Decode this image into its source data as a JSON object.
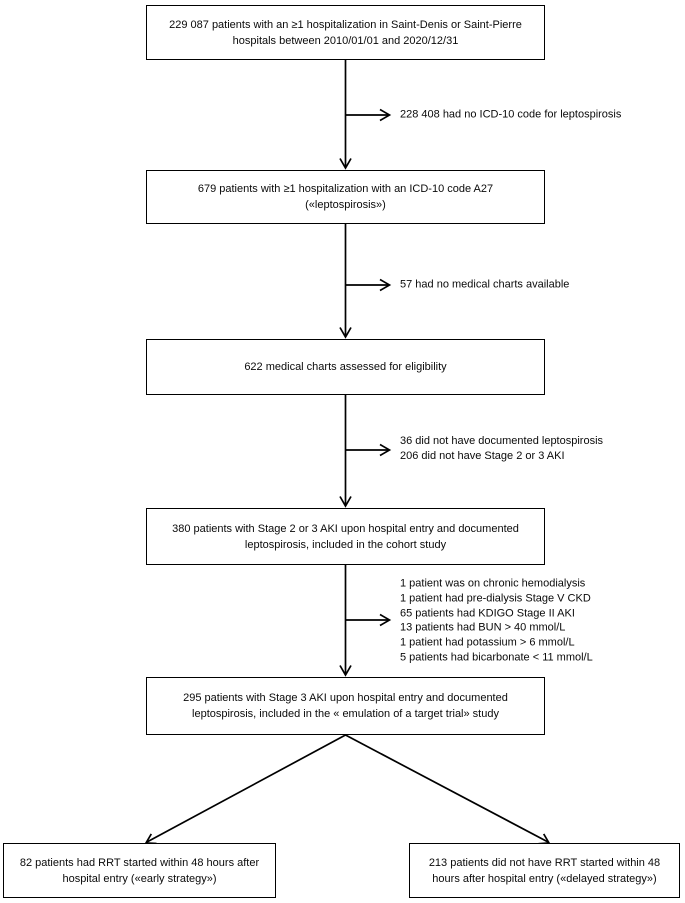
{
  "flow": {
    "colors": {
      "line": "#000000",
      "text": "#0a0a0a",
      "background": "#ffffff"
    },
    "boxes": [
      {
        "id": "total-hospitalizations",
        "text": "229 087 patients with an ≥1 hospitalization in Saint-Denis or Saint-Pierre hospitals between 2010/01/01 and 2020/12/31"
      },
      {
        "id": "icd10-a27",
        "text": "679 patients with ≥1 hospitalization with an ICD-10 code A27 («leptospirosis»)"
      },
      {
        "id": "charts-assessed",
        "text": "622 medical charts assessed for eligibility"
      },
      {
        "id": "cohort-study",
        "text": "380 patients with Stage 2 or 3 AKI upon hospital entry and documented leptospirosis, included in the cohort study"
      },
      {
        "id": "target-trial",
        "text": "295 patients with Stage 3 AKI upon hospital entry and documented leptospirosis, included in the « emulation of a target trial» study"
      },
      {
        "id": "early-strategy",
        "text": "82 patients had RRT started within 48 hours after hospital entry («early strategy»)"
      },
      {
        "id": "delayed-strategy",
        "text": "213 patients did not have RRT started within 48 hours after hospital entry («delayed strategy»)"
      }
    ],
    "exclusions": [
      {
        "lines": [
          "228 408 had no ICD-10 code for leptospirosis"
        ]
      },
      {
        "lines": [
          "57 had no medical charts available"
        ]
      },
      {
        "lines": [
          "36 did not have documented leptospirosis",
          "206 did not have Stage 2 or 3 AKI"
        ]
      },
      {
        "lines": [
          "1 patient was on chronic hemodialysis",
          "1 patient had pre-dialysis Stage V CKD",
          "65 patients had KDIGO Stage II AKI",
          "13 patients had BUN > 40 mmol/L",
          "1 patient had potassium > 6 mmol/L",
          "5 patients had bicarbonate < 11 mmol/L"
        ]
      }
    ]
  }
}
